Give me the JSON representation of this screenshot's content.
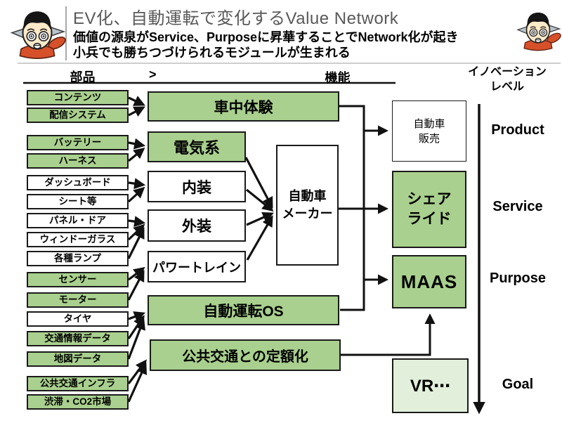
{
  "slide": {
    "title": "EV化、自動運転で変化するValue Network",
    "subtitle_line1": "価値の源泉がService、Purposeに昇華することでNetwork化が起き",
    "subtitle_line2": "小兵でも勝ちつづけられるモジュールが生まれる"
  },
  "axis": {
    "parts_label": "部品",
    "separator": ">",
    "functions_label": "機能",
    "innovation_line1": "イノベーション",
    "innovation_line2": "レベル"
  },
  "parts": [
    {
      "label": "コンテンツ"
    },
    {
      "label": "配信システム"
    },
    {
      "label": "バッテリー"
    },
    {
      "label": "ハーネス"
    },
    {
      "label": "ダッシュボード"
    },
    {
      "label": "シート等"
    },
    {
      "label": "パネル・ドア"
    },
    {
      "label": "ウィンドーガラス"
    },
    {
      "label": "各種ランプ"
    },
    {
      "label": "センサー"
    },
    {
      "label": "モーター"
    },
    {
      "label": "タイヤ"
    },
    {
      "label": "交通情報データ"
    },
    {
      "label": "地図データ"
    },
    {
      "label": "公共交通インフラ"
    },
    {
      "label": "渋滞・CO2市場"
    }
  ],
  "functions": {
    "experience": "車中体験",
    "electric": "電気系",
    "interior": "内装",
    "exterior": "外装",
    "powertrain": "パワートレイン",
    "os": "自動運転OS",
    "subscription": "公共交通との定額化"
  },
  "maker": {
    "line1": "自動車",
    "line2": "メーカー"
  },
  "outcomes": {
    "sales_line1": "自動車",
    "sales_line2": "販売",
    "share_line1": "シェア",
    "share_line2": "ライド",
    "maas": "MAAS",
    "vr": "VR⋯"
  },
  "levels": {
    "product": "Product",
    "service": "Service",
    "purpose": "Purpose",
    "goal": "Goal"
  },
  "colors": {
    "green": "#a9d08e",
    "light_green": "#e2efda",
    "box_border": "#1a1a1a",
    "arrow": "#111111",
    "title_gray": "#595959",
    "accent_red": "#d6502a"
  }
}
